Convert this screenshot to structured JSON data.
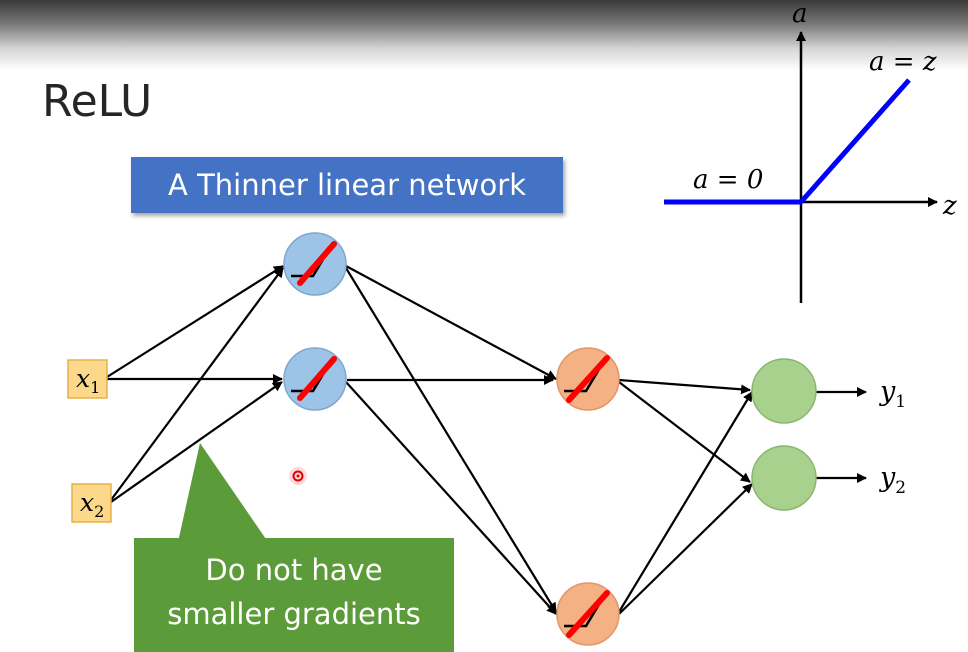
{
  "slide": {
    "title": "ReLU",
    "banner": "A Thinner linear network",
    "callout_line1": "Do not have",
    "callout_line2": "smaller gradients"
  },
  "relu_graph": {
    "y_axis_label": "a",
    "x_axis_label": "z",
    "positive_label": "a = z",
    "zero_label": "a = 0",
    "line_color": "#0000ff"
  },
  "network": {
    "inputs": [
      {
        "symbol": "x",
        "sub": "1"
      },
      {
        "symbol": "x",
        "sub": "2"
      }
    ],
    "outputs": [
      {
        "symbol": "y",
        "sub": "1"
      },
      {
        "symbol": "y",
        "sub": "2"
      }
    ],
    "colors": {
      "input_fill": "#fbd88a",
      "hidden1_fill": "#9dc3e6",
      "hidden2_fill": "#f4b183",
      "output_fill": "#a9d18e",
      "disabled_slash": "#ff0000"
    }
  }
}
